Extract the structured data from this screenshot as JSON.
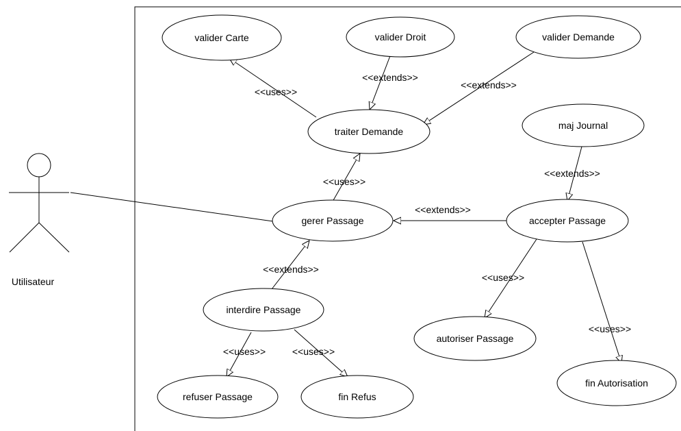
{
  "actor": {
    "name": "Utilisateur"
  },
  "use_cases": {
    "valider_carte": "valider Carte",
    "valider_droit": "valider Droit",
    "valider_demande": "valider Demande",
    "traiter_demande": "traiter Demande",
    "maj_journal": "maj Journal",
    "gerer_passage": "gerer Passage",
    "accepter_passage": "accepter Passage",
    "interdire_passage": "interdire Passage",
    "autoriser_passage": "autoriser Passage",
    "refuser_passage": "refuser Passage",
    "fin_refus": "fin Refus",
    "fin_autorisation": "fin Autorisation"
  },
  "relations": {
    "traiter_to_carte": "<<uses>>",
    "droit_to_traiter": "<<extends>>",
    "demande_to_traiter": "<<extends>>",
    "gerer_to_traiter": "<<uses>>",
    "journal_to_accepter": "<<extends>>",
    "accepter_to_gerer": "<<extends>>",
    "interdire_to_gerer": "<<extends>>",
    "accepter_to_autoriser": "<<uses>>",
    "accepter_to_fin_autorisation": "<<uses>>",
    "interdire_to_refuser": "<<uses>>",
    "interdire_to_fin_refus": "<<uses>>"
  }
}
